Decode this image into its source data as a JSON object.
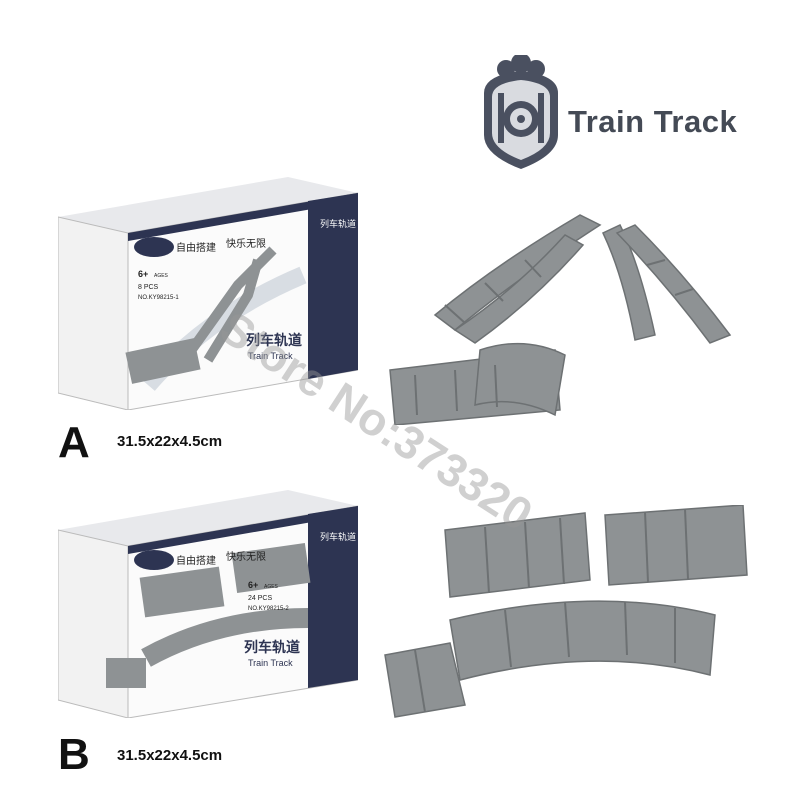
{
  "brand": {
    "name": "Train Track"
  },
  "variants": [
    {
      "letter": "A",
      "dimensions": "31.5x22x4.5cm",
      "box": {
        "slogan_1": "自由搭建",
        "slogan_2": "快乐无限",
        "title_cn": "列车轨道",
        "title_en": "Train Track",
        "age": "6+",
        "age_label": "AGES",
        "pcs": "8 PCS",
        "model_no": "NO.KY98215-1",
        "edge_cn": "列车轨道"
      }
    },
    {
      "letter": "B",
      "dimensions": "31.5x22x4.5cm",
      "box": {
        "slogan_1": "自由搭建",
        "slogan_2": "快乐无限",
        "title_cn": "列车轨道",
        "title_en": "Train Track",
        "age": "6+",
        "age_label": "AGES",
        "pcs": "24 PCS",
        "model_no": "NO.KY98215-2",
        "edge_cn": "列车轨道"
      }
    }
  ],
  "watermark": "Store No:373320",
  "colors": {
    "track_gray": "#8e9294",
    "track_dark": "#6d7173",
    "box_navy": "#2d3452",
    "brand_text": "#444a55"
  }
}
